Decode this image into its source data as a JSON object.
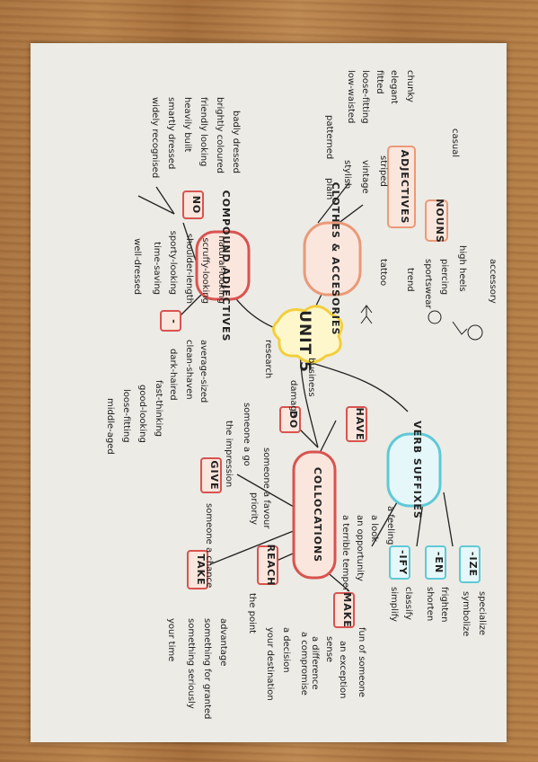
{
  "center": "UNIT 5",
  "branches": {
    "clothes": "CLOTHES & ACCESORIES",
    "adjectives": "ADJECTIVES",
    "nouns": "NOUNS",
    "compound": "COMPOUND ADJECTIVES",
    "no": "NO",
    "dash": "-",
    "verb_suffixes": "VERB SUFFIXES",
    "ize": "-IZE",
    "en": "-EN",
    "ify": "-IFY",
    "collocations": "COLLOCATIONS",
    "do": "DO",
    "have": "HAVE",
    "give": "GIVE",
    "take": "TAKE",
    "reach": "REACH",
    "make": "MAKE"
  },
  "words": {
    "adjectives": [
      "chunky",
      "elegant",
      "fitted",
      "loose-fitting",
      "low-waisted",
      "patterned",
      "plain",
      "stylish",
      "vintage",
      "striped",
      "casual"
    ],
    "nouns": [
      "accessory",
      "high heels",
      "piercing",
      "sportswear",
      "trend",
      "tattoo"
    ],
    "no": [
      "badly dressed",
      "brightly coloured",
      "friendly looking",
      "heavily built",
      "smartly dressed",
      "widely recognised"
    ],
    "dash": [
      "natural-looking",
      "scruffy-looking",
      "shoulder-length",
      "sporty-looking",
      "time-saving",
      "well-dressed",
      "average-sized",
      "clean-shaven",
      "dark-haired",
      "fast-thinking",
      "good-looking",
      "loose-fitting",
      "middle-aged"
    ],
    "ize": [
      "specialize",
      "symbolize"
    ],
    "en": [
      "frighten",
      "shorten"
    ],
    "ify": [
      "classify",
      "simplify"
    ],
    "do": [
      "business",
      "damage",
      "research",
      "someone a favour"
    ],
    "have": [
      "a feeling",
      "a look",
      "an opportunity",
      "a terrible temper"
    ],
    "give": [
      "someone a go",
      "the impression",
      "someone a chance",
      "priority"
    ],
    "take": [
      "advantage",
      "something for granted",
      "something seriously",
      "your time"
    ],
    "reach": [
      "the point",
      "a decision",
      "your destination"
    ],
    "make": [
      "a compromise",
      "sense",
      "a difference",
      "an exception",
      "fun of someone"
    ]
  },
  "colors": {
    "paper": "#ecebe6",
    "ink": "#222222",
    "red": "#d9534f",
    "orange": "#e99a78",
    "yellow": "#f2cf3b",
    "cyan": "#5fc9d6"
  }
}
